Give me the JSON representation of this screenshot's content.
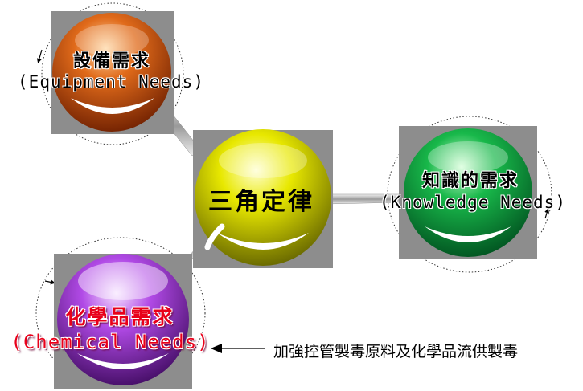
{
  "center": {
    "label": "三角定律"
  },
  "nodes": {
    "equipment": {
      "cn": "設備需求",
      "en": "(Equipment Needs)"
    },
    "knowledge": {
      "cn": "知識的需求",
      "en": "(Knowledge Needs)"
    },
    "chemical": {
      "cn": "化學品需求",
      "en": "(Chemical Needs)"
    }
  },
  "note": {
    "text": "加強控管製毒原料及化學品流供製毒"
  },
  "colors": {
    "equipment": "#c2410c",
    "knowledge": "#16a34a",
    "chemical": "#a855f7",
    "center": "#e5e500",
    "chemical_text": "#e8001a"
  }
}
